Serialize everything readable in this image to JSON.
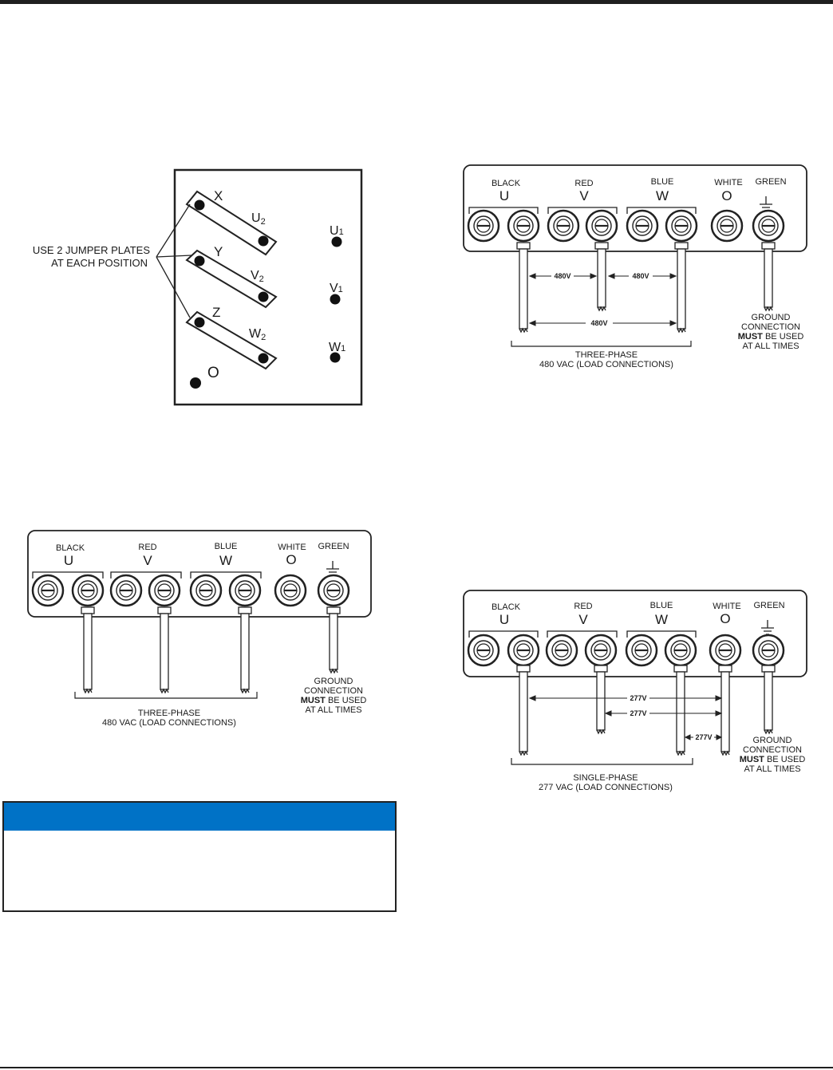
{
  "jumper_diagram": {
    "callout": [
      "USE 2 JUMPER PLATES",
      "AT EACH POSITION"
    ],
    "plates": [
      {
        "start": "X",
        "end": "U",
        "end_sub": "2"
      },
      {
        "start": "Y",
        "end": "V",
        "end_sub": "2"
      },
      {
        "start": "Z",
        "end": "W",
        "end_sub": "2"
      }
    ],
    "terminals": [
      {
        "letter": "U",
        "sub": "1"
      },
      {
        "letter": "V",
        "sub": "1"
      },
      {
        "letter": "W",
        "sub": "1"
      }
    ],
    "neutral": "O"
  },
  "terminal_labels": {
    "colors": [
      "BLACK",
      "RED",
      "BLUE",
      "WHITE",
      "GREEN"
    ],
    "letters": [
      "U",
      "V",
      "W",
      "O"
    ]
  },
  "ground_note": [
    "GROUND",
    "CONNECTION",
    "MUST",
    "BE USED",
    "AT ALL TIMES"
  ],
  "three_phase_caption": [
    "THREE-PHASE",
    "480 VAC (LOAD CONNECTIONS)"
  ],
  "single_phase_caption": [
    "SINGLE-PHASE",
    "277 VAC (LOAD CONNECTIONS)"
  ],
  "voltages": {
    "three_phase": [
      "480V",
      "480V",
      "480V"
    ],
    "single_phase": [
      "277V",
      "277V",
      "277V"
    ]
  },
  "colors": {
    "callout_header": "#0072c6",
    "line": "#222222"
  }
}
